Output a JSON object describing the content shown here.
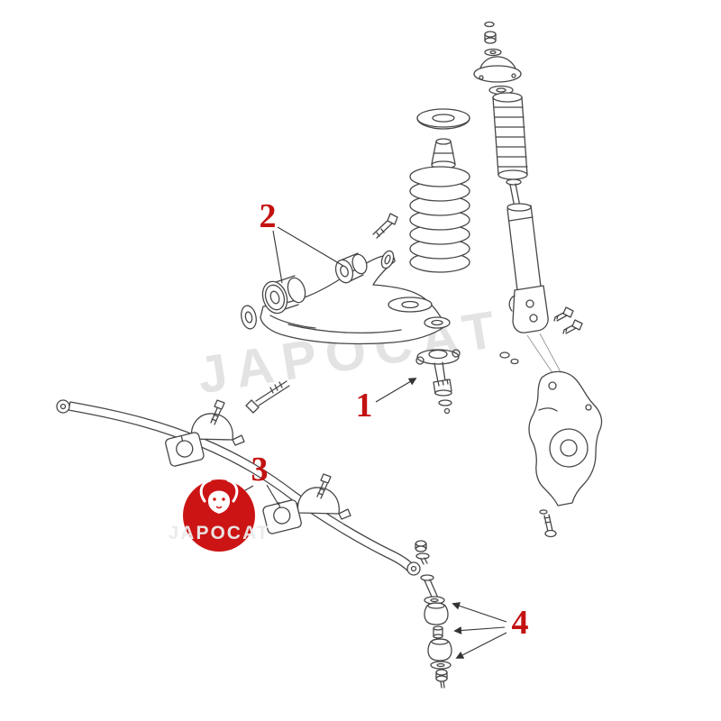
{
  "page": {
    "background_color": "#ffffff"
  },
  "watermark": {
    "text": "JAPOCAT",
    "color": "#d2d2d2"
  },
  "logo": {
    "text": "JAPOCAT",
    "background_color": "#cc1414",
    "text_color": "#ebebeb"
  },
  "diagram": {
    "subject": "front-suspension-exploded-view",
    "line_color": "#474747",
    "callout_color": "#c41212",
    "callouts": [
      {
        "number": "1",
        "part": "lower-ball-joint"
      },
      {
        "number": "2",
        "part": "control-arm-bushings"
      },
      {
        "number": "3",
        "part": "stabilizer-bar-bushing"
      },
      {
        "number": "4",
        "part": "stabilizer-link-bushings"
      }
    ]
  }
}
